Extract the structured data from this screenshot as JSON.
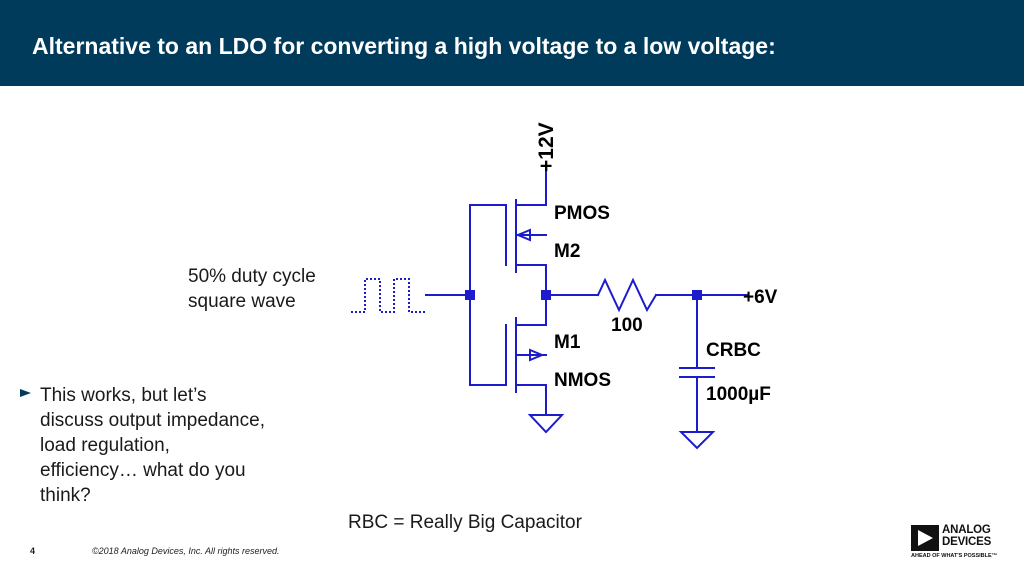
{
  "slide": {
    "title": "Alternative to an LDO for converting a high voltage to a low voltage:",
    "input_label_line1": "50% duty cycle",
    "input_label_line2": "square wave",
    "bullet_text": "This works, but let’s discuss output impedance, load regulation, efficiency… what do you think?",
    "rbc_note": "RBC = Really Big Capacitor",
    "page_number": "4",
    "copyright": "©2018 Analog Devices, Inc. All rights reserved.",
    "logo": {
      "name_line1": "ANALOG",
      "name_line2": "DEVICES",
      "tagline": "AHEAD OF WHAT'S POSSIBLE™",
      "icon": "analog-devices-triangle-logo"
    }
  },
  "schematic": {
    "supply_label": "+12V",
    "pmos_label": "PMOS",
    "pmos_ref": "M2",
    "nmos_label": "NMOS",
    "nmos_ref": "M1",
    "resistor_value": "100",
    "output_label": "+6V",
    "cap_ref": "CRBC",
    "cap_value": "1000µF"
  },
  "colors": {
    "header_bg": "#003b5c",
    "wire": "#1c1ccc",
    "node": "#1c1ccc"
  }
}
